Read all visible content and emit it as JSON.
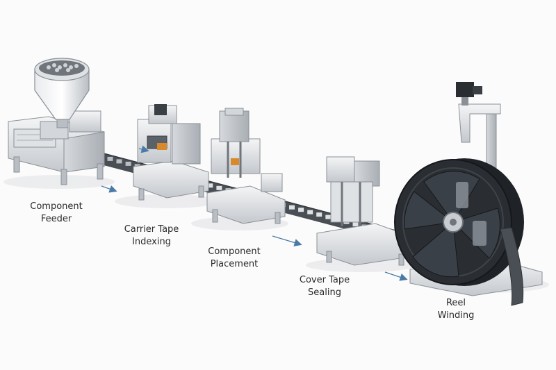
{
  "colors": {
    "background": "#fbfbfb",
    "machine_light": "#eceef0",
    "machine_mid": "#c9cdd2",
    "machine_dark": "#8a9096",
    "tape": "#4a4f55",
    "reel": "#2a2e33",
    "arrow": "#4a7aa6",
    "component_accent": "#d9892b",
    "label_text": "#2b2b2b"
  },
  "stages": [
    {
      "id": "feeder",
      "line1": "Component",
      "line2": "Feeder",
      "icon": "hopper-feeder-machine"
    },
    {
      "id": "indexing",
      "line1": "Carrier Tape",
      "line2": "Indexing",
      "icon": "tape-indexing-machine"
    },
    {
      "id": "placement",
      "line1": "Component",
      "line2": "Placement",
      "icon": "pick-and-place-machine"
    },
    {
      "id": "sealing",
      "line1": "Cover Tape",
      "line2": "Sealing",
      "icon": "tape-sealing-machine"
    },
    {
      "id": "winding",
      "line1": "Reel",
      "line2": "Winding",
      "icon": "reel-winder-machine"
    }
  ]
}
